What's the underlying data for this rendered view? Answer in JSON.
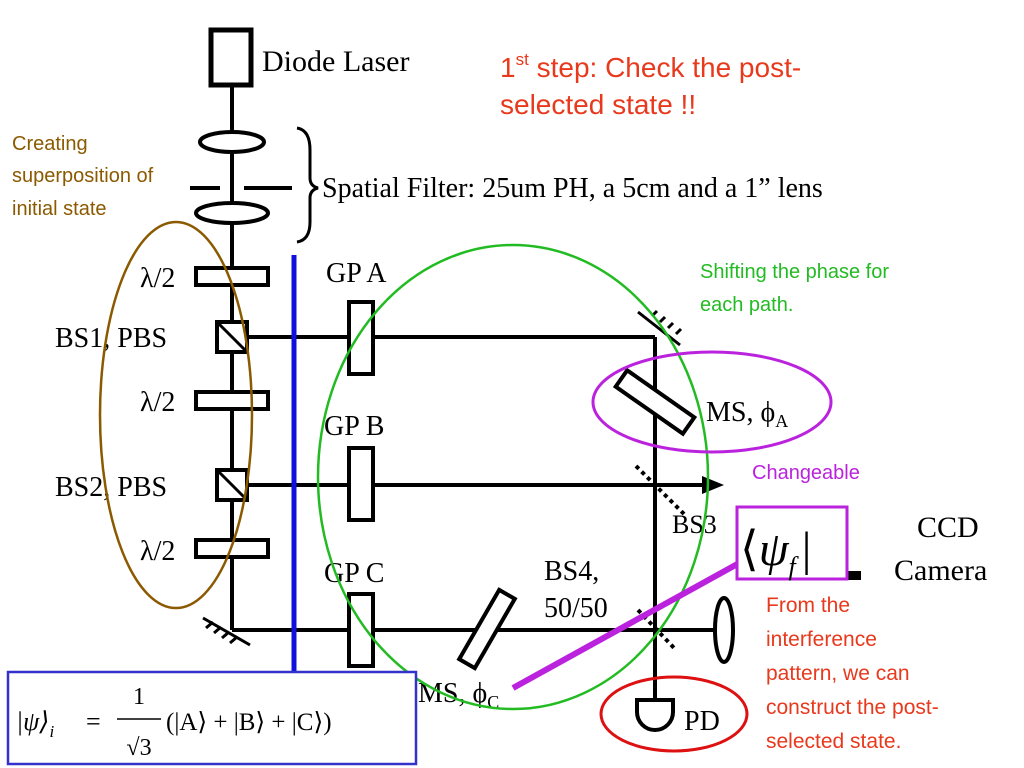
{
  "title": {
    "step_prefix": "1",
    "step_superscript": "st",
    "line1_rest": " step: Check the post-",
    "line2": "selected state !!",
    "color": "#e8391d"
  },
  "annotations": {
    "superposition": {
      "lines": [
        "Creating",
        "superposition of",
        "initial state"
      ],
      "color": "#8b5a00"
    },
    "phase_shift": {
      "lines": [
        "Shifting the phase for",
        "each path."
      ],
      "color": "#22bb22"
    },
    "changeable": {
      "text": "Changeable",
      "color": "#bb22dd"
    },
    "interference": {
      "lines": [
        "From the",
        "interference",
        "pattern, we can",
        "construct the post-",
        "selected state."
      ],
      "color": "#e8391d"
    }
  },
  "components": {
    "diode_laser": "Diode Laser",
    "spatial_filter": "Spatial Filter: 25um PH, a 5cm and a 1” lens",
    "half_wave_1": "λ/2",
    "half_wave_2": "λ/2",
    "half_wave_3": "λ/2",
    "bs1": "BS1, PBS",
    "bs2": "BS2, PBS",
    "gp_a": "GP A",
    "gp_b": "GP B",
    "gp_c": "GP C",
    "ms_a": "MS, ϕ",
    "ms_a_sub": "A",
    "ms_c": "MS, ϕ",
    "ms_c_sub": "C",
    "bs3": "BS3",
    "bs4_line1": "BS4,",
    "bs4_line2": "50/50",
    "ccd_line1": "CCD",
    "ccd_line2": "Camera",
    "pd": "PD"
  },
  "equations": {
    "initial_state": {
      "lhs": "|ψ⟩",
      "lhs_sub": "i",
      "equals": "=",
      "numerator": "1",
      "denominator": "√3",
      "rhs": "(|A⟩ + |B⟩ + |C⟩)"
    },
    "final_state": {
      "bra_left": "⟨",
      "psi": "ψ",
      "sub": "f",
      "bar": "|"
    }
  },
  "colors": {
    "ink": "#000000",
    "blue_line": "#1010dd",
    "brown_ellipse": "#8b5a00",
    "green_ellipse": "#22bb22",
    "purple": "#bb22dd",
    "red_ellipse": "#dd1111",
    "eq_box": "#3333cc"
  }
}
